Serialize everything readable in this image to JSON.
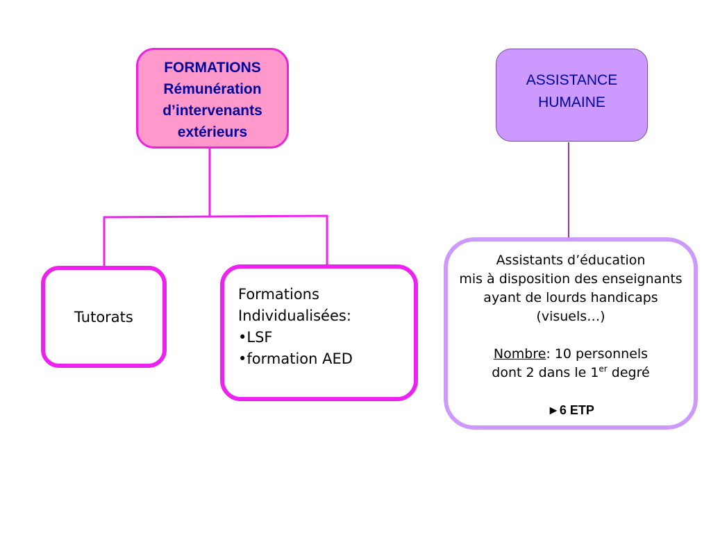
{
  "formations": {
    "lines": [
      "FORMATIONS",
      "Rémunération",
      "d’intervenants",
      "extérieurs"
    ]
  },
  "assistance": {
    "lines": [
      "ASSISTANCE",
      "HUMAINE"
    ]
  },
  "tutorats": {
    "label": "Tutorats"
  },
  "formations_indiv": {
    "lines": [
      "Formations",
      "Individualisées:",
      "•LSF",
      "•formation AED"
    ]
  },
  "assistants": {
    "line1": "Assistants d’éducation",
    "line2": "mis à disposition des enseignants",
    "line3": "ayant de lourds handicaps",
    "line4": "(visuels…)",
    "nombre_label": "Nombre",
    "nombre_value": ": 10 personnels",
    "degre_prefix": "dont 2 dans le 1",
    "degre_sup": "er",
    "degre_suffix": " degré",
    "etp_arrow": "►",
    "etp": "6 ETP"
  },
  "colors": {
    "pink_fill": "#ff99cc",
    "magenta": "#ee22ee",
    "purple_fill": "#cc99ff",
    "navy_text": "#000099",
    "connector_purple": "#993399"
  }
}
